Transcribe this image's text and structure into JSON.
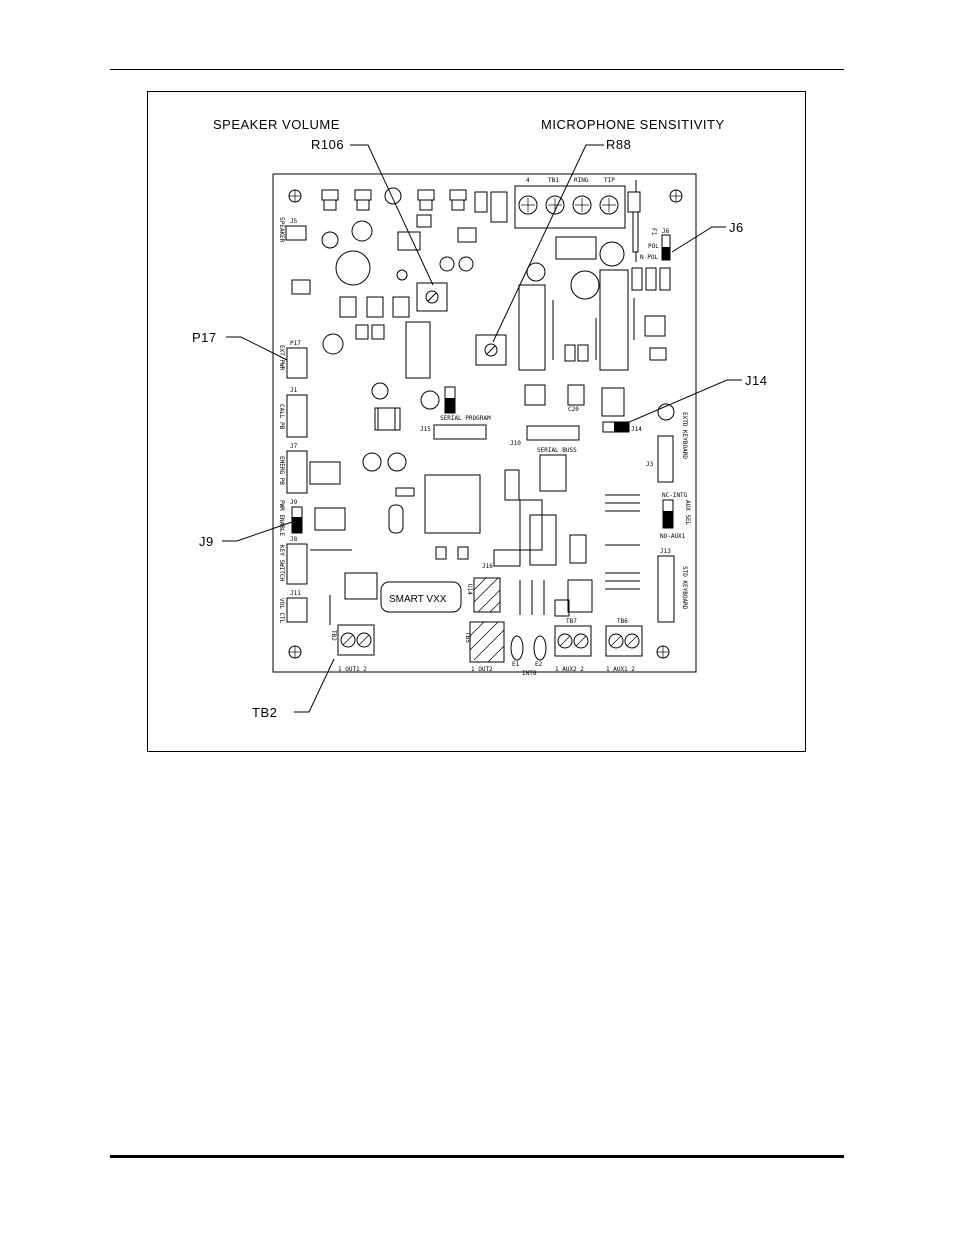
{
  "callouts": {
    "speaker_volume": "SPEAKER VOLUME",
    "microphone_sensitivity": "MICROPHONE SENSITIVITY",
    "r106": "R106",
    "r88": "R88",
    "j6": "J6",
    "p17": "P17",
    "j14": "J14",
    "j9": "J9",
    "tb2": "TB2"
  },
  "board_labels": {
    "tb1_4": "4",
    "tb1": "TB1",
    "ring": "RING",
    "tip": "TIP",
    "f1": "F1",
    "j6": "J6",
    "pol": "POL",
    "n_pol": "N POL",
    "speaker": "SPEAKER",
    "j5": "J5",
    "ext_pwr": "EXT PWR",
    "p17": "P17",
    "call_pb": "CALL PB",
    "j1": "J1",
    "emerg_pb": "EMERG PB",
    "j7": "J7",
    "pwr_enable": "PWR ENABLE",
    "j9": "J9",
    "key_switch": "KEY SWITCH",
    "j8": "J8",
    "vol_ctl": "VOL CTL",
    "j11": "J11",
    "serial_program": "SERIAL PROGRAM",
    "j15": "J15",
    "j10": "J10",
    "serial_buss": "SERIAL BUSS",
    "c20": "C20",
    "j14": "J14",
    "j3": "J3",
    "extd_keyboard": "EXTD KEYBOARD",
    "nc_intg": "NC-INTG",
    "no_aux1": "NO-AUX1",
    "aux_sel": "AUX SEL",
    "j13": "J13",
    "std_keyboard": "STD KEYBOARD",
    "smart_vxx": "SMART VXX",
    "j16": "J16",
    "u14": "U14",
    "tb5": "TB5",
    "tb2": "TB2",
    "out1": "1  OUT1  2",
    "out2": "1  OUT2",
    "tb7": "TB7",
    "aux2": "1  AUX2  2",
    "tb6": "TB6",
    "aux1": "1  AUX1  2",
    "e1": "E1",
    "e2": "E2",
    "intg": "INTG"
  }
}
